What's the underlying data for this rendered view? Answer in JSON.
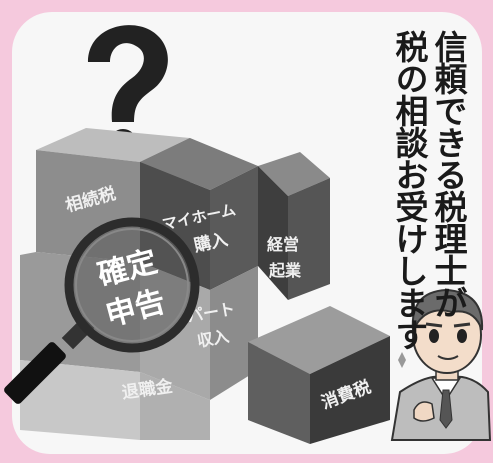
{
  "headline": {
    "line1": "信頼できる税理士が",
    "line2": "税の相談お受けします"
  },
  "blocks": {
    "inheritance": "相続税",
    "home_line1": "マイホーム",
    "home_line2": "購入",
    "business_line1": "経営",
    "business_line2": "起業",
    "parttime_line1": "パート",
    "parttime_line2": "収入",
    "retirement": "退職金",
    "consumption": "消費税"
  },
  "magnifier": {
    "line1": "確定",
    "line2": "申告"
  },
  "colors": {
    "background_border": "#f5c9dd",
    "card": "#f7f7f7",
    "text": "#1a1a1a"
  }
}
